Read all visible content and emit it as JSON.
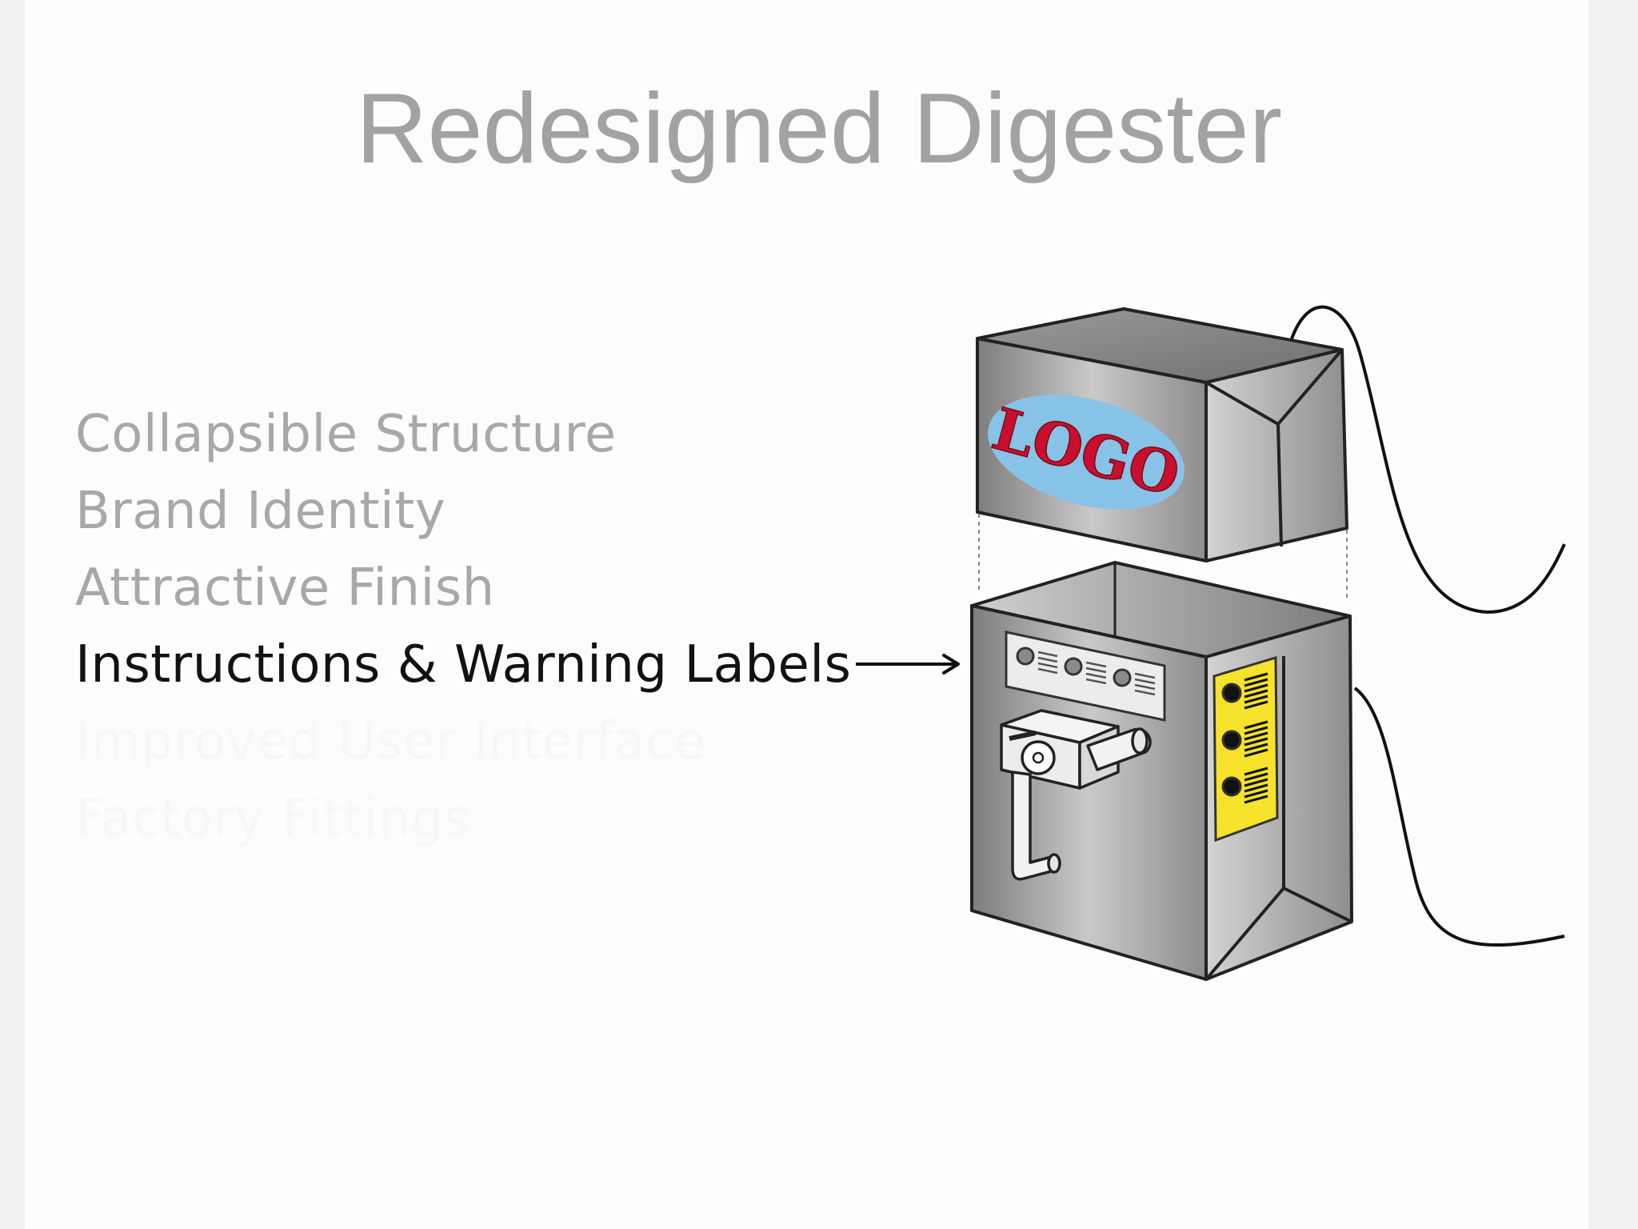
{
  "slide": {
    "title": "Redesigned Digester",
    "bullets": [
      {
        "label": "Collapsible Structure",
        "state": "dim"
      },
      {
        "label": "Brand Identity",
        "state": "dim"
      },
      {
        "label": "Attractive Finish",
        "state": "dim"
      },
      {
        "label": "Instructions & Warning Labels",
        "state": "active"
      },
      {
        "label": "Improved User Interface",
        "state": "hidden"
      },
      {
        "label": "Factory Fittings",
        "state": "hidden"
      }
    ]
  },
  "diagram": {
    "logo_text": "LOGO",
    "colors": {
      "box_gray": "#9a9a9a",
      "logo_oval": "#87c3e6",
      "logo_text": "#c8102e",
      "warning_label": "#f6e22a",
      "title_text": "#a2a2a2",
      "active_text": "#121212",
      "dim_text": "#a8a8a8"
    },
    "icons": [
      "arrow-right-icon",
      "power-cord-icon",
      "tap-valve-icon",
      "pipe-icon"
    ]
  }
}
